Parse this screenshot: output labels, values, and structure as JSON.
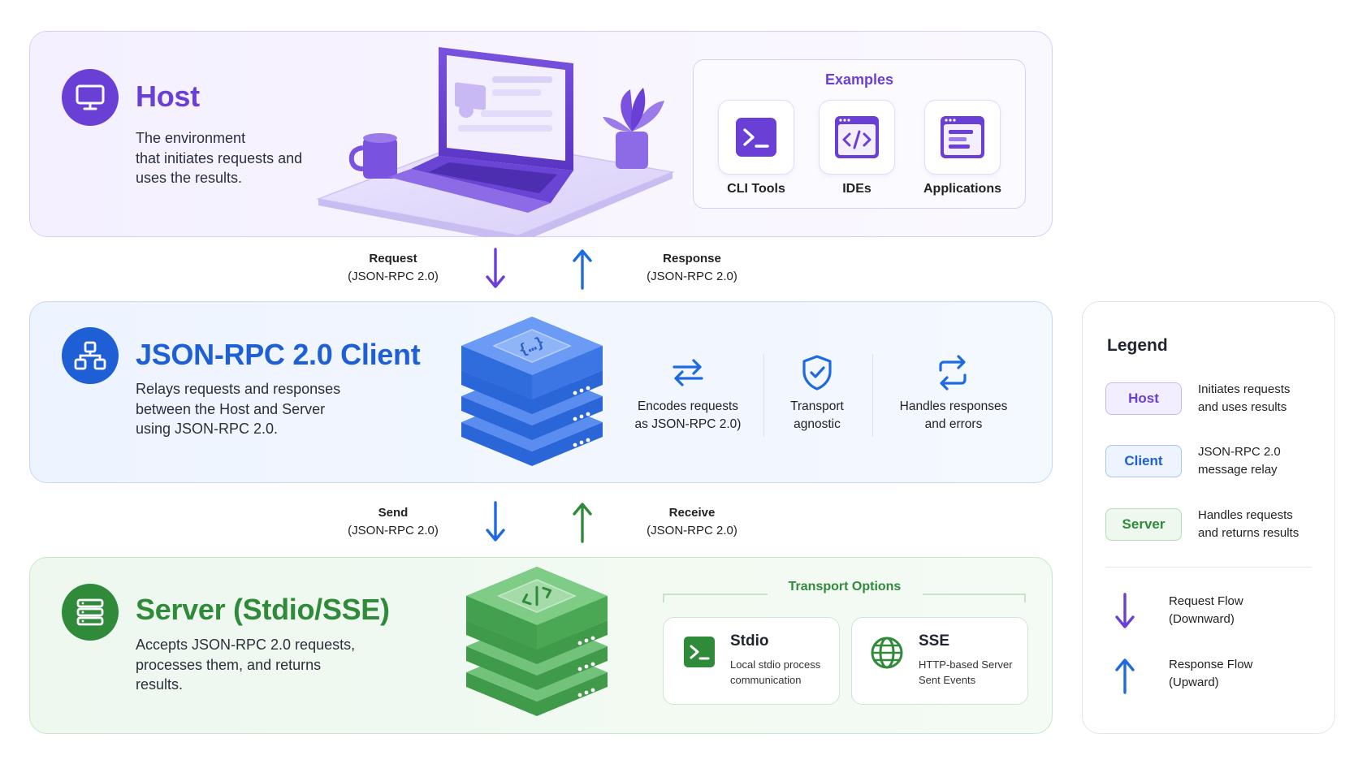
{
  "host": {
    "title": "Host",
    "description": "The environment\nthat initiates requests and\nuses the results.",
    "examples_title": "Examples",
    "examples": [
      {
        "label": "CLI Tools",
        "icon": "terminal-icon"
      },
      {
        "label": "IDEs",
        "icon": "code-window-icon"
      },
      {
        "label": "Applications",
        "icon": "app-window-icon"
      }
    ]
  },
  "flow_top": {
    "left_title": "Request",
    "left_sub": "(JSON-RPC 2.0)",
    "right_title": "Response",
    "right_sub": "(JSON-RPC 2.0)"
  },
  "client": {
    "title": "JSON-RPC 2.0 Client",
    "description": "Relays requests and responses\nbetween the Host and Server\nusing JSON-RPC 2.0.",
    "features": [
      {
        "label": "Encodes requests\nas JSON-RPC 2.0)",
        "icon": "swap-arrows-icon"
      },
      {
        "label": "Transport\nagnostic",
        "icon": "shield-check-icon"
      },
      {
        "label": "Handles responses\nand errors",
        "icon": "refresh-loop-icon"
      }
    ]
  },
  "flow_bottom": {
    "left_title": "Send",
    "left_sub": "(JSON-RPC 2.0)",
    "right_title": "Receive",
    "right_sub": "(JSON-RPC 2.0)"
  },
  "server": {
    "title": "Server (Stdio/SSE)",
    "description": "Accepts JSON-RPC 2.0 requests,\nprocesses them, and returns\nresults.",
    "transport_title": "Transport Options",
    "transports": [
      {
        "name": "Stdio",
        "desc": "Local stdio process\ncommunication",
        "icon": "terminal-icon"
      },
      {
        "name": "SSE",
        "desc": "HTTP-based Server\nSent Events",
        "icon": "globe-icon"
      }
    ]
  },
  "legend": {
    "title": "Legend",
    "items": [
      {
        "pill": "Host",
        "text": "Initiates requests\nand uses results"
      },
      {
        "pill": "Client",
        "text": "JSON-RPC 2.0\nmessage relay"
      },
      {
        "pill": "Server",
        "text": "Handles requests\nand returns results"
      }
    ],
    "flows": [
      {
        "text": "Request Flow\n(Downward)",
        "icon": "arrow-down-icon"
      },
      {
        "text": "Response Flow\n(Upward)",
        "icon": "arrow-up-icon"
      }
    ]
  },
  "colors": {
    "host_accent": "#6a3fd6",
    "client_accent": "#1f5fd6",
    "server_accent": "#2f8a3a"
  }
}
